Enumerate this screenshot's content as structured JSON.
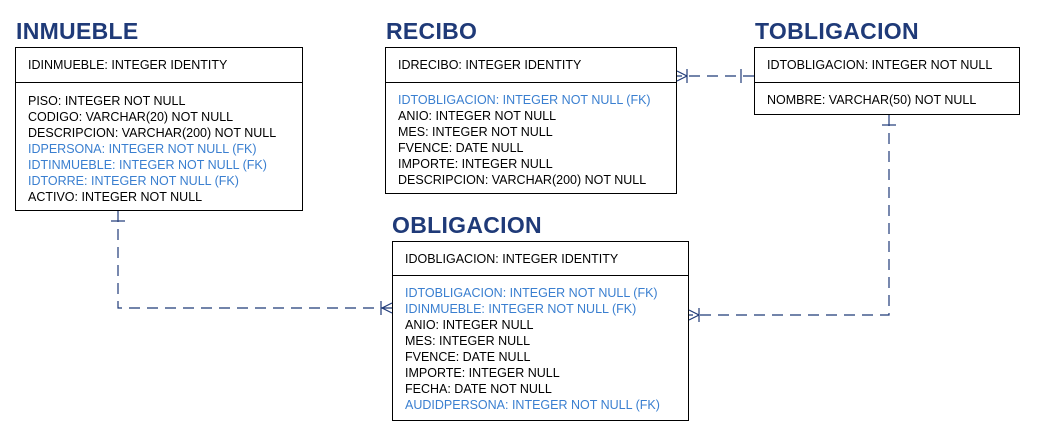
{
  "colors": {
    "title": "#1f3a78",
    "fk": "#3a7fd0",
    "line": "#1f3a78",
    "border": "#000000"
  },
  "entities": {
    "inmueble": {
      "title": "INMUEBLE",
      "pk": "IDINMUEBLE: INTEGER IDENTITY",
      "attributes": [
        {
          "text": "PISO: INTEGER NOT NULL",
          "fk": false
        },
        {
          "text": "CODIGO: VARCHAR(20) NOT NULL",
          "fk": false
        },
        {
          "text": "DESCRIPCION: VARCHAR(200) NOT NULL",
          "fk": false
        },
        {
          "text": "IDPERSONA: INTEGER NOT NULL (FK)",
          "fk": true
        },
        {
          "text": "IDTINMUEBLE: INTEGER NOT NULL (FK)",
          "fk": true
        },
        {
          "text": "IDTORRE: INTEGER NOT NULL (FK)",
          "fk": true
        },
        {
          "text": "ACTIVO: INTEGER NOT NULL",
          "fk": false
        }
      ]
    },
    "recibo": {
      "title": "RECIBO",
      "pk": "IDRECIBO: INTEGER IDENTITY",
      "attributes": [
        {
          "text": "IDTOBLIGACION: INTEGER NOT NULL (FK)",
          "fk": true
        },
        {
          "text": "ANIO: INTEGER NOT NULL",
          "fk": false
        },
        {
          "text": "MES: INTEGER NOT NULL",
          "fk": false
        },
        {
          "text": "FVENCE: DATE NULL",
          "fk": false
        },
        {
          "text": "IMPORTE: INTEGER NULL",
          "fk": false
        },
        {
          "text": "DESCRIPCION: VARCHAR(200) NOT NULL",
          "fk": false
        }
      ]
    },
    "tobligacion": {
      "title": "TOBLIGACION",
      "pk": "IDTOBLIGACION: INTEGER NOT NULL",
      "attributes": [
        {
          "text": "NOMBRE: VARCHAR(50) NOT NULL",
          "fk": false
        }
      ]
    },
    "obligacion": {
      "title": "OBLIGACION",
      "pk": "IDOBLIGACION: INTEGER IDENTITY",
      "attributes": [
        {
          "text": "IDTOBLIGACION: INTEGER NOT NULL (FK)",
          "fk": true
        },
        {
          "text": "IDINMUEBLE: INTEGER NOT NULL (FK)",
          "fk": true
        },
        {
          "text": "ANIO: INTEGER NULL",
          "fk": false
        },
        {
          "text": "MES: INTEGER NULL",
          "fk": false
        },
        {
          "text": "FVENCE: DATE NULL",
          "fk": false
        },
        {
          "text": "IMPORTE: INTEGER NULL",
          "fk": false
        },
        {
          "text": "FECHA: DATE NOT NULL",
          "fk": false
        },
        {
          "text": "AUDIDPERSONA: INTEGER NOT NULL (FK)",
          "fk": true
        }
      ]
    }
  },
  "relationships": [
    {
      "from": "tobligacion",
      "to": "recibo",
      "style": "one-to-many dashed"
    },
    {
      "from": "inmueble",
      "to": "obligacion",
      "style": "one-to-many dashed"
    },
    {
      "from": "tobligacion",
      "to": "obligacion",
      "style": "one-to-many dashed"
    }
  ]
}
